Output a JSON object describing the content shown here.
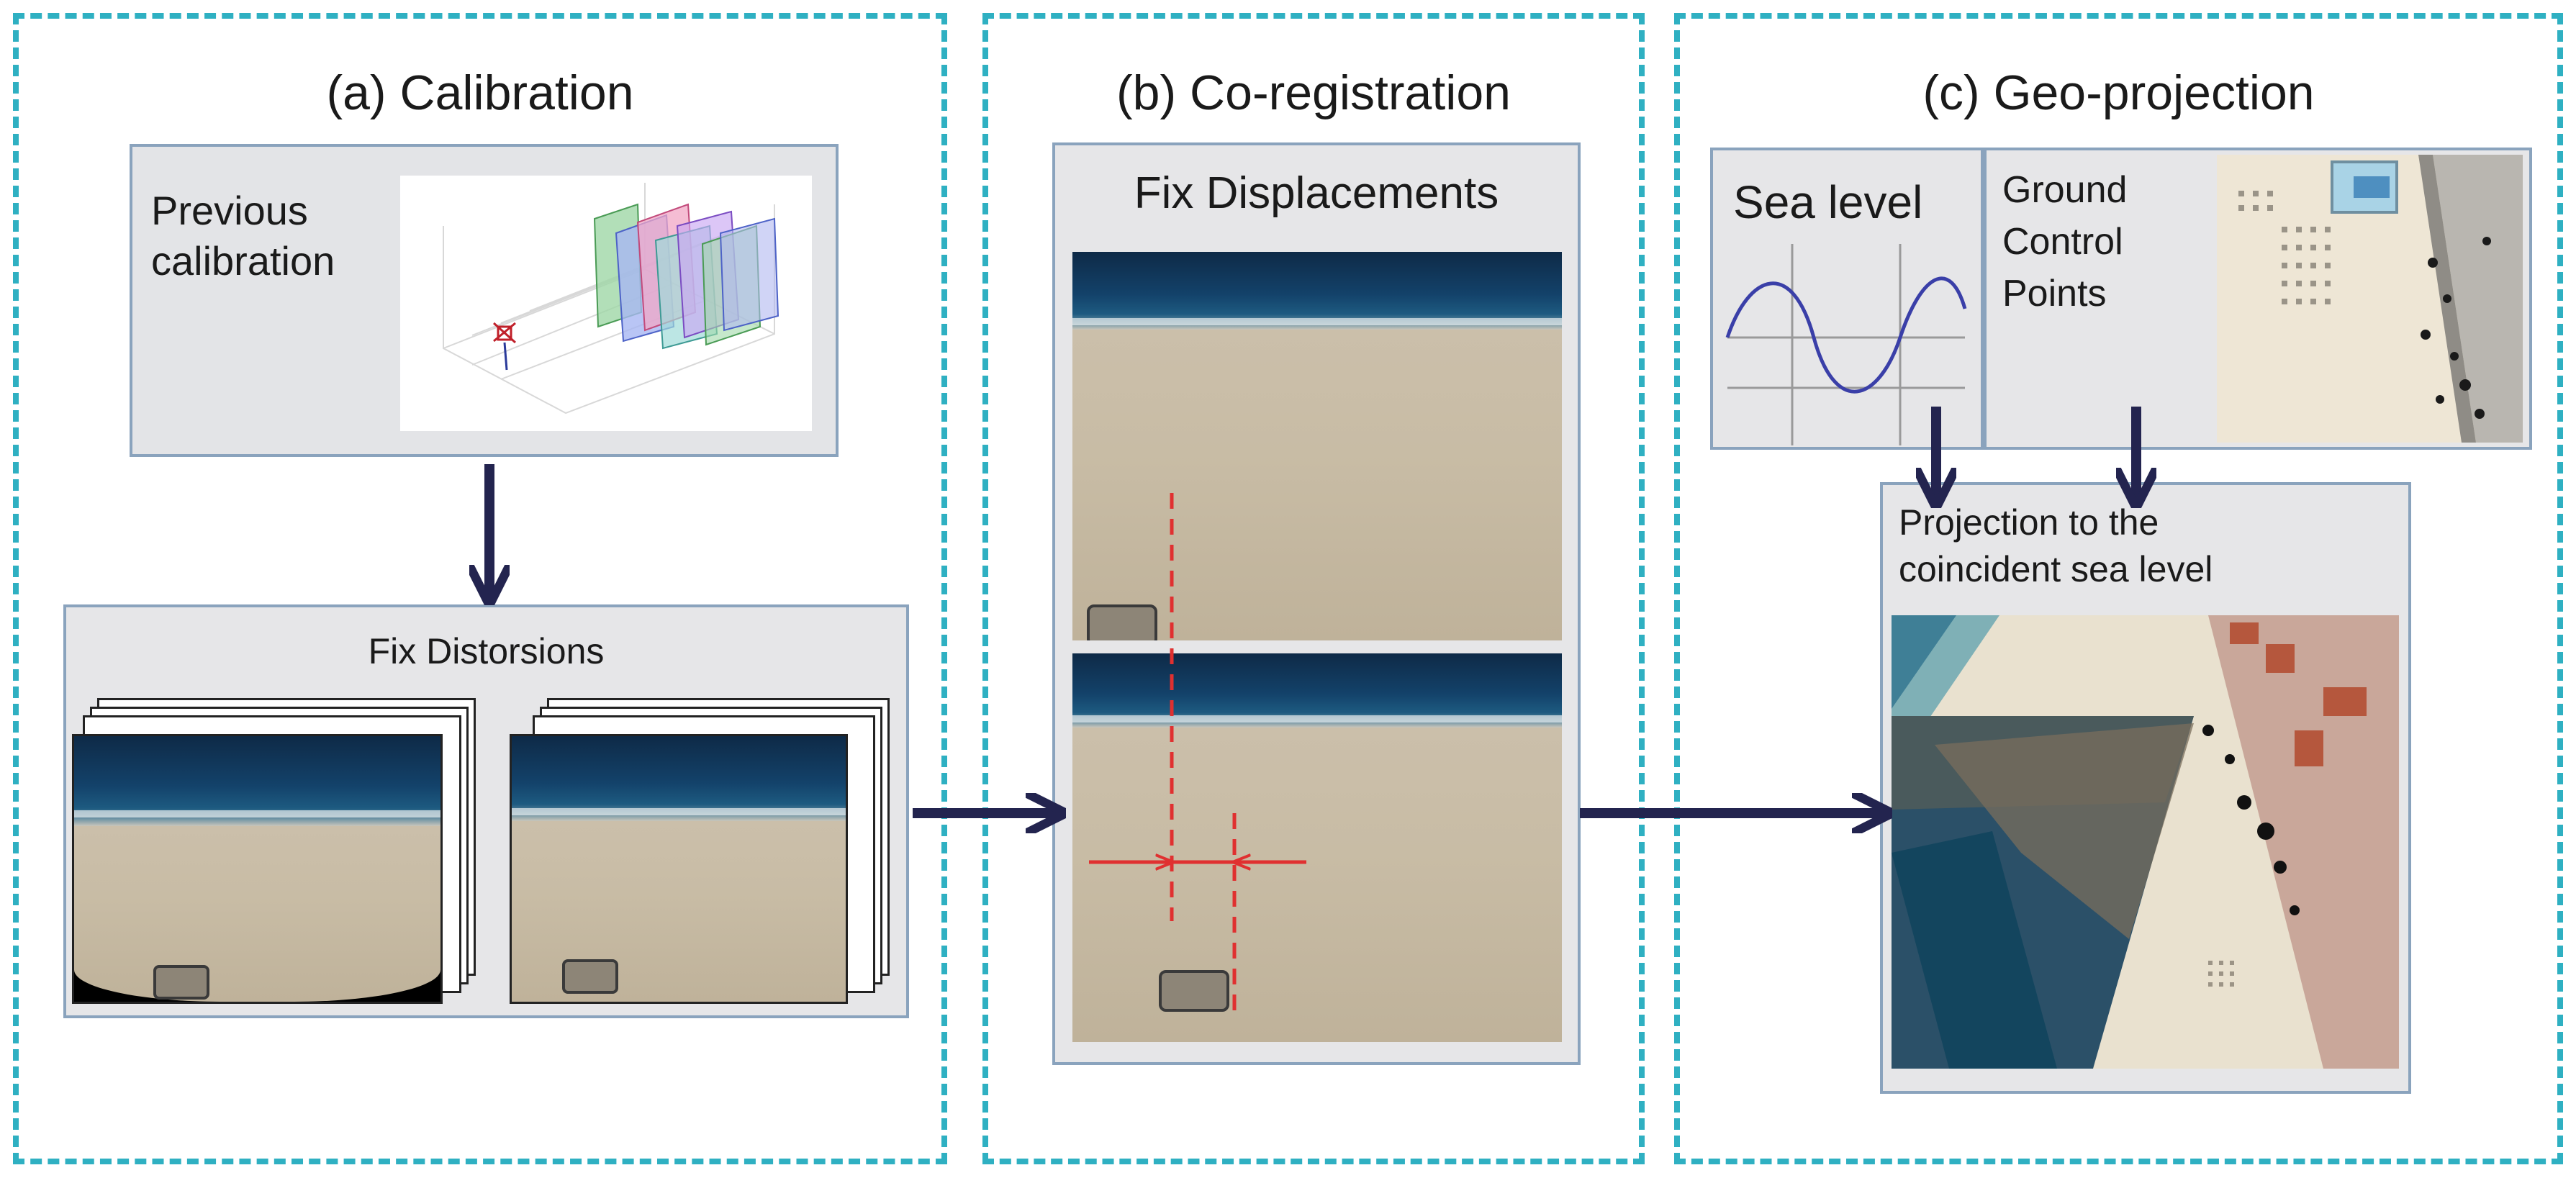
{
  "stages": {
    "a": {
      "title": "(a) Calibration"
    },
    "b": {
      "title": "(b) Co-registration"
    },
    "c": {
      "title": "(c) Geo-projection"
    }
  },
  "calibration": {
    "previous_label": "Previous\ncalibration",
    "fix_distortions_label": "Fix Distorsions"
  },
  "coregistration": {
    "fix_displacements_label": "Fix Displacements"
  },
  "geoprojection": {
    "sea_level_label": "Sea level",
    "gcp_label": "Ground\nControl\nPoints",
    "projection_label": "Projection to the\ncoincident sea level"
  },
  "colors": {
    "dashed_border": "#2fb0c2",
    "arrow": "#23244f",
    "box_fill": "#e6e6e8",
    "box_border": "#8aa3bd",
    "displacement_marker": "#e03030",
    "sine_wave": "#3a3fa8"
  }
}
